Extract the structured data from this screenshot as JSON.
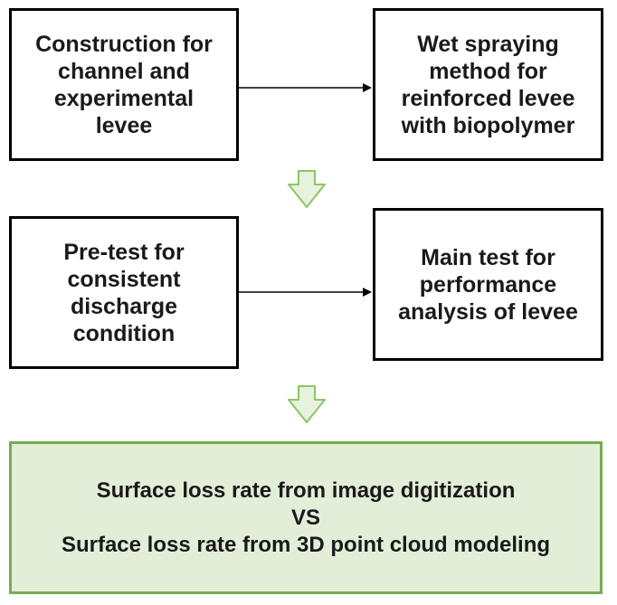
{
  "boxes": {
    "construction": "Construction for\nchannel and\nexperimental\nlevee",
    "wet_spraying": "Wet spraying\nmethod for\nreinforced levee\nwith biopolymer",
    "pretest": "Pre-test for\nconsistent\ndischarge\ncondition",
    "maintest": "Main test for\nperformance\nanalysis of levee"
  },
  "result": {
    "line1": "Surface loss rate from image digitization",
    "line2": "VS",
    "line3": "Surface loss rate from 3D point cloud modeling"
  },
  "colors": {
    "box_border": "#000000",
    "result_border": "#75ad4f",
    "result_fill": "#e3eed8",
    "down_arrow_fill": "#e7f2dc",
    "down_arrow_stroke": "#8cc46a"
  },
  "icons": {
    "connector_arrow": "right-arrow-icon",
    "flow_arrow": "down-arrow-icon"
  }
}
